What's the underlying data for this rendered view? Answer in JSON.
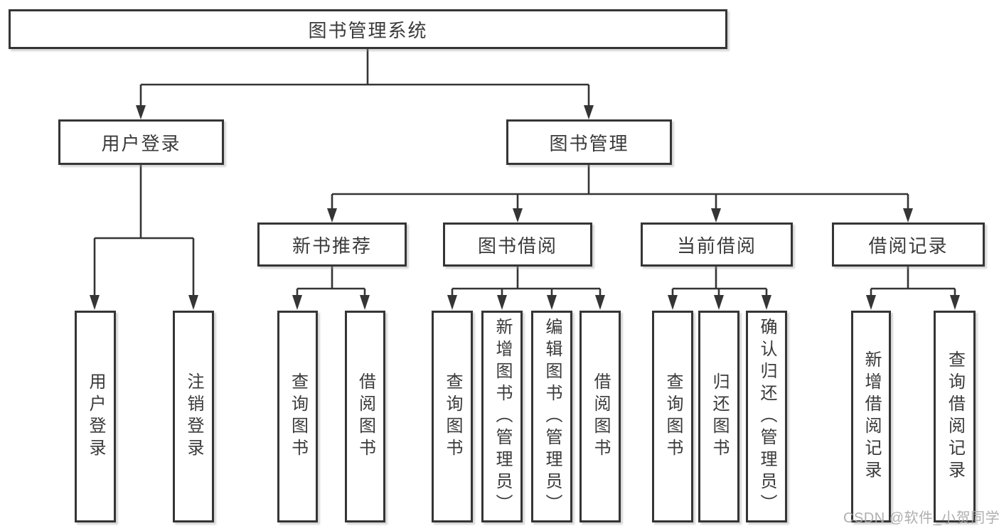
{
  "diagram": {
    "type": "hierarchy-org-chart",
    "title": "图书管理系统",
    "children": [
      {
        "label": "用户登录",
        "children": [
          {
            "label": "用户登录"
          },
          {
            "label": "注销登录"
          }
        ]
      },
      {
        "label": "图书管理",
        "children": [
          {
            "label": "新书推荐",
            "children": [
              {
                "label": "查询图书"
              },
              {
                "label": "借阅图书"
              }
            ]
          },
          {
            "label": "图书借阅",
            "children": [
              {
                "label": "查询图书"
              },
              {
                "label": "新增图书（管理员）"
              },
              {
                "label": "编辑图书（管理员）"
              },
              {
                "label": "借阅图书"
              }
            ]
          },
          {
            "label": "当前借阅",
            "children": [
              {
                "label": "查询图书"
              },
              {
                "label": "归还图书"
              },
              {
                "label": "确认归还（管理员）"
              }
            ]
          },
          {
            "label": "借阅记录",
            "children": [
              {
                "label": "新增借阅记录"
              },
              {
                "label": "查询借阅记录"
              }
            ]
          }
        ]
      }
    ]
  },
  "watermark": {
    "text": "CSDN @软件_小贺同学"
  },
  "colors": {
    "background": "#ffffff",
    "line": "#353535",
    "box_border": "#353535",
    "text": "#3a3a3a",
    "watermark": "#a8a8a8"
  }
}
